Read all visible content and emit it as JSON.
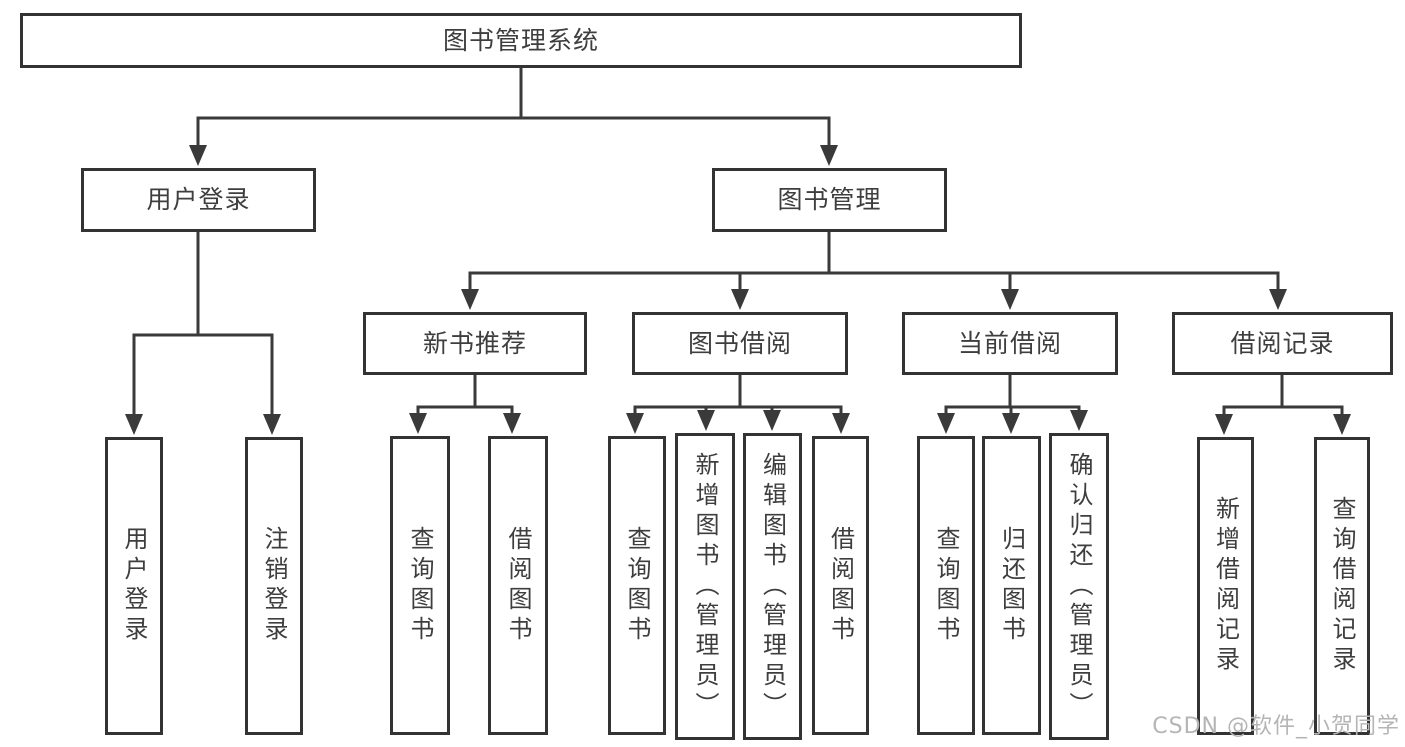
{
  "root": {
    "label": "图书管理系统"
  },
  "branches": [
    {
      "label": "用户登录",
      "children": [
        {
          "label": "用户登录"
        },
        {
          "label": "注销登录"
        }
      ]
    },
    {
      "label": "图书管理",
      "children": [
        {
          "label": "新书推荐",
          "children": [
            {
              "label": "查询图书"
            },
            {
              "label": "借阅图书"
            }
          ]
        },
        {
          "label": "图书借阅",
          "children": [
            {
              "label": "查询图书"
            },
            {
              "label": "新增图书（管理员）"
            },
            {
              "label": "编辑图书（管理员）"
            },
            {
              "label": "借阅图书"
            }
          ]
        },
        {
          "label": "当前借阅",
          "children": [
            {
              "label": "查询图书"
            },
            {
              "label": "归还图书"
            },
            {
              "label": "确认归还（管理员）"
            }
          ]
        },
        {
          "label": "借阅记录",
          "children": [
            {
              "label": "新增借阅记录"
            },
            {
              "label": "查询借阅记录"
            }
          ]
        }
      ]
    }
  ],
  "watermark": "CSDN @软件_小贺同学",
  "colors": {
    "line": "#3a3a3a",
    "box_border": "#333333",
    "text": "#3e3e3e",
    "watermark": "#b5b5b5",
    "background": "#ffffff"
  }
}
